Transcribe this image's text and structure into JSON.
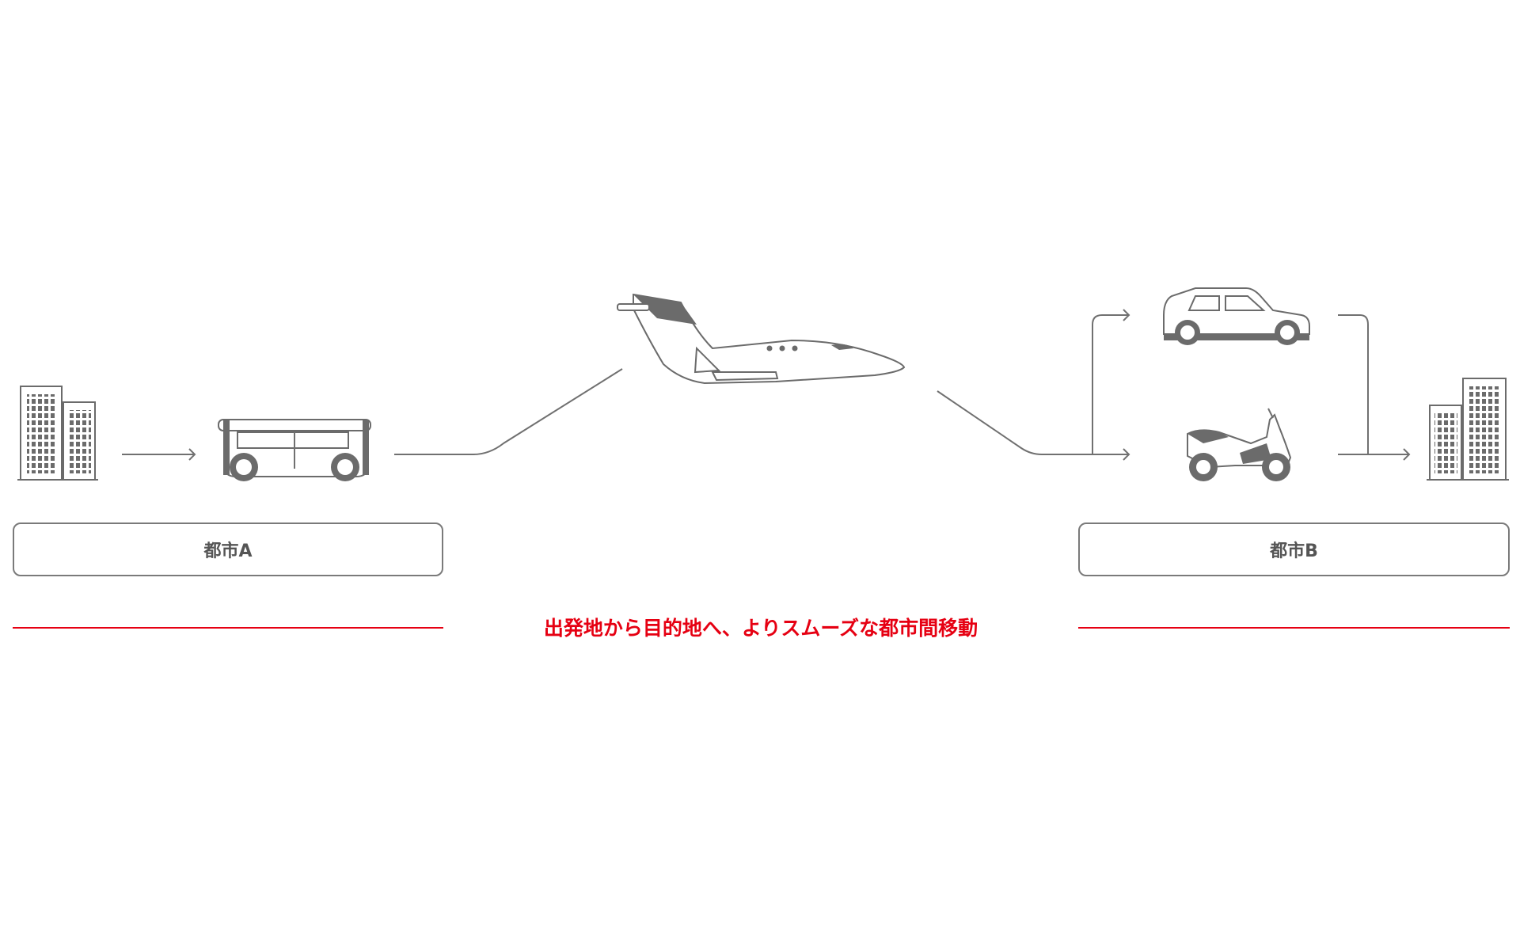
{
  "cities": {
    "a_label": "都市A",
    "b_label": "都市B"
  },
  "caption": "出発地から目的地へ、よりスムーズな都市間移動",
  "colors": {
    "accent_red": "#e60012",
    "line_gray": "#707070",
    "icon_gray": "#6b6b6b",
    "text_gray": "#555555"
  },
  "icons": {
    "origin_buildings": "buildings-icon",
    "ground_vehicle": "autonomous-shuttle-icon",
    "aircraft": "business-jet-icon",
    "car": "car-icon",
    "motorcycle": "scooter-icon",
    "destination_buildings": "buildings-icon"
  }
}
